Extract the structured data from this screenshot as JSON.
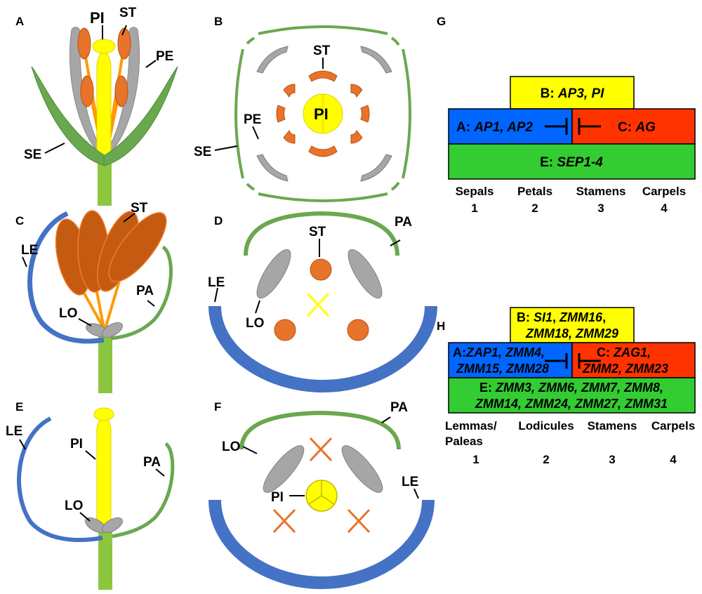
{
  "colors": {
    "sepal_green": "#6aa84f",
    "stem_green": "#8cc63f",
    "petal_gray": "#a6a6a6",
    "stamen_orange": "#e8732a",
    "pistil_yellow": "#ffff00",
    "lemma_blue": "#4472c4",
    "class_a_blue": "#0066ff",
    "class_b_yellow": "#ffff00",
    "class_c_red": "#ff3300",
    "class_e_green": "#33cc33"
  },
  "panels": {
    "A": {
      "letter": "A",
      "PI": "PI",
      "ST": "ST",
      "PE": "PE",
      "SE": "SE"
    },
    "B": {
      "letter": "B",
      "ST": "ST",
      "PI": "PI",
      "PE": "PE",
      "SE": "SE"
    },
    "C": {
      "letter": "C",
      "LE": "LE",
      "ST": "ST",
      "PA": "PA",
      "LO": "LO"
    },
    "D": {
      "letter": "D",
      "ST": "ST",
      "PA": "PA",
      "LE": "LE",
      "LO": "LO"
    },
    "E": {
      "letter": "E",
      "LE": "LE",
      "PI": "PI",
      "PA": "PA",
      "LO": "LO"
    },
    "F": {
      "letter": "F",
      "PA": "PA",
      "LO": "LO",
      "PI": "PI",
      "LE": "LE"
    }
  },
  "model_g": {
    "letter": "G",
    "b_prefix": "B: ",
    "b_genes": "AP3, PI",
    "a_prefix": "A: ",
    "a_genes": "AP1, AP2",
    "c_prefix": "C: ",
    "c_genes": "AG",
    "e_prefix": "E: ",
    "e_genes": "SEP1-4",
    "whorls": [
      "Sepals",
      "Petals",
      "Stamens",
      "Carpels"
    ],
    "numbers": [
      "1",
      "2",
      "3",
      "4"
    ]
  },
  "model_h": {
    "letter": "H",
    "b_prefix": "B: ",
    "b_gene1": "SI1",
    "b_sep1": ", ",
    "b_gene2": "ZMM16",
    "b_sep2": ",",
    "b_line2": "ZMM18, ZMM29",
    "a_prefix": "A:",
    "a_line1": "ZAP1, ZMM4,",
    "a_line2": "ZMM15, ZMM28",
    "c_prefix": "C: ",
    "c_line1": "ZAG1,",
    "c_line2": "ZMM2, ZMM23",
    "e_prefix": "E: ",
    "e_line1": "ZMM3, ZMM6, ZMM7, ZMM8,",
    "e_line2": "ZMM14, ZMM24, ZMM27, ZMM31",
    "whorls": [
      "Lemmas/",
      "Lodicules",
      "Stamens",
      "Carpels"
    ],
    "whorl1_line2": "Paleas",
    "numbers": [
      "1",
      "2",
      "3",
      "4"
    ]
  }
}
